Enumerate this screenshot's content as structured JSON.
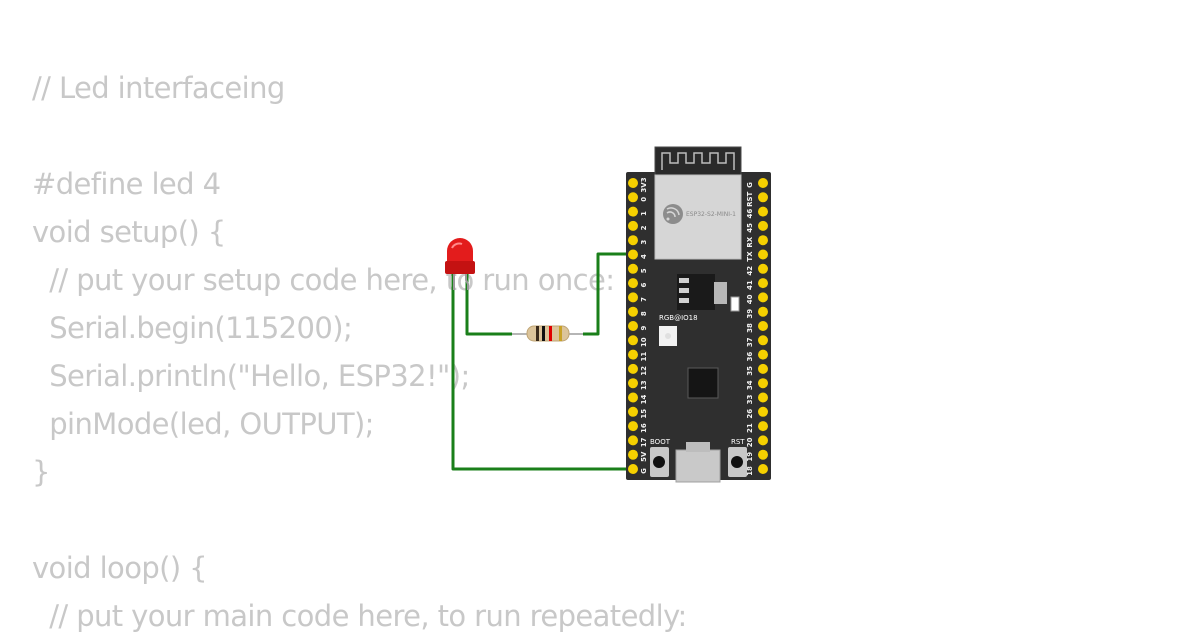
{
  "code": {
    "lines": [
      "// Led interfaceing",
      "",
      "#define led 4",
      "void setup() {",
      "  // put your setup code here, to run once:",
      "  Serial.begin(115200);",
      "  Serial.println(\"Hello, ESP32!\");",
      "  pinMode(led, OUTPUT);",
      "}",
      "",
      "void loop() {",
      "  // put your main code here, to run repeatedly:"
    ]
  },
  "board": {
    "module_label": "ESP32-S2-MINI-1",
    "rgb_label": "RGB@IO18",
    "boot_label": "BOOT",
    "rst_label": "RST",
    "left_pins": [
      "3V3",
      "0",
      "1",
      "2",
      "3",
      "4",
      "5",
      "6",
      "7",
      "8",
      "9",
      "10",
      "11",
      "12",
      "13",
      "14",
      "15",
      "16",
      "17",
      "5V",
      "G"
    ],
    "right_pins": [
      "G",
      "RST",
      "46",
      "45",
      "RX",
      "TX",
      "42",
      "41",
      "40",
      "39",
      "38",
      "37",
      "36",
      "35",
      "34",
      "33",
      "26",
      "21",
      "20",
      "19",
      "18"
    ]
  },
  "colors": {
    "code_text": "#c8c8c8",
    "wire": "#1a7f1a",
    "board": "#2f2f2f",
    "pin": "#f5d000",
    "led": "#e31c1c"
  }
}
